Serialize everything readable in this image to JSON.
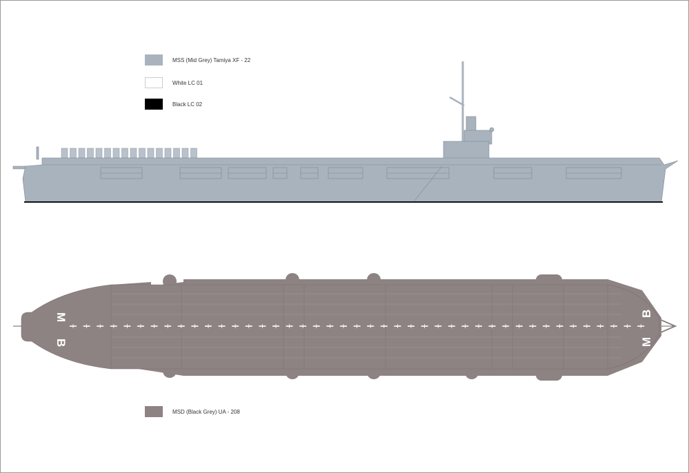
{
  "legend_top": [
    {
      "label": "MSS (Mid Grey) Tamiya XF - 22",
      "color": "#a9b3bd"
    },
    {
      "label": "White   LC 01",
      "color": "#ffffff"
    },
    {
      "label": "Black  LC 02",
      "color": "#000000"
    }
  ],
  "legend_bottom": [
    {
      "label": "MSD (Black Grey) UA - 208",
      "color": "#8d8382"
    }
  ],
  "deck_letters": {
    "stern_left": "M",
    "stern_right": "B",
    "bow_left": "B",
    "bow_right": "M"
  }
}
